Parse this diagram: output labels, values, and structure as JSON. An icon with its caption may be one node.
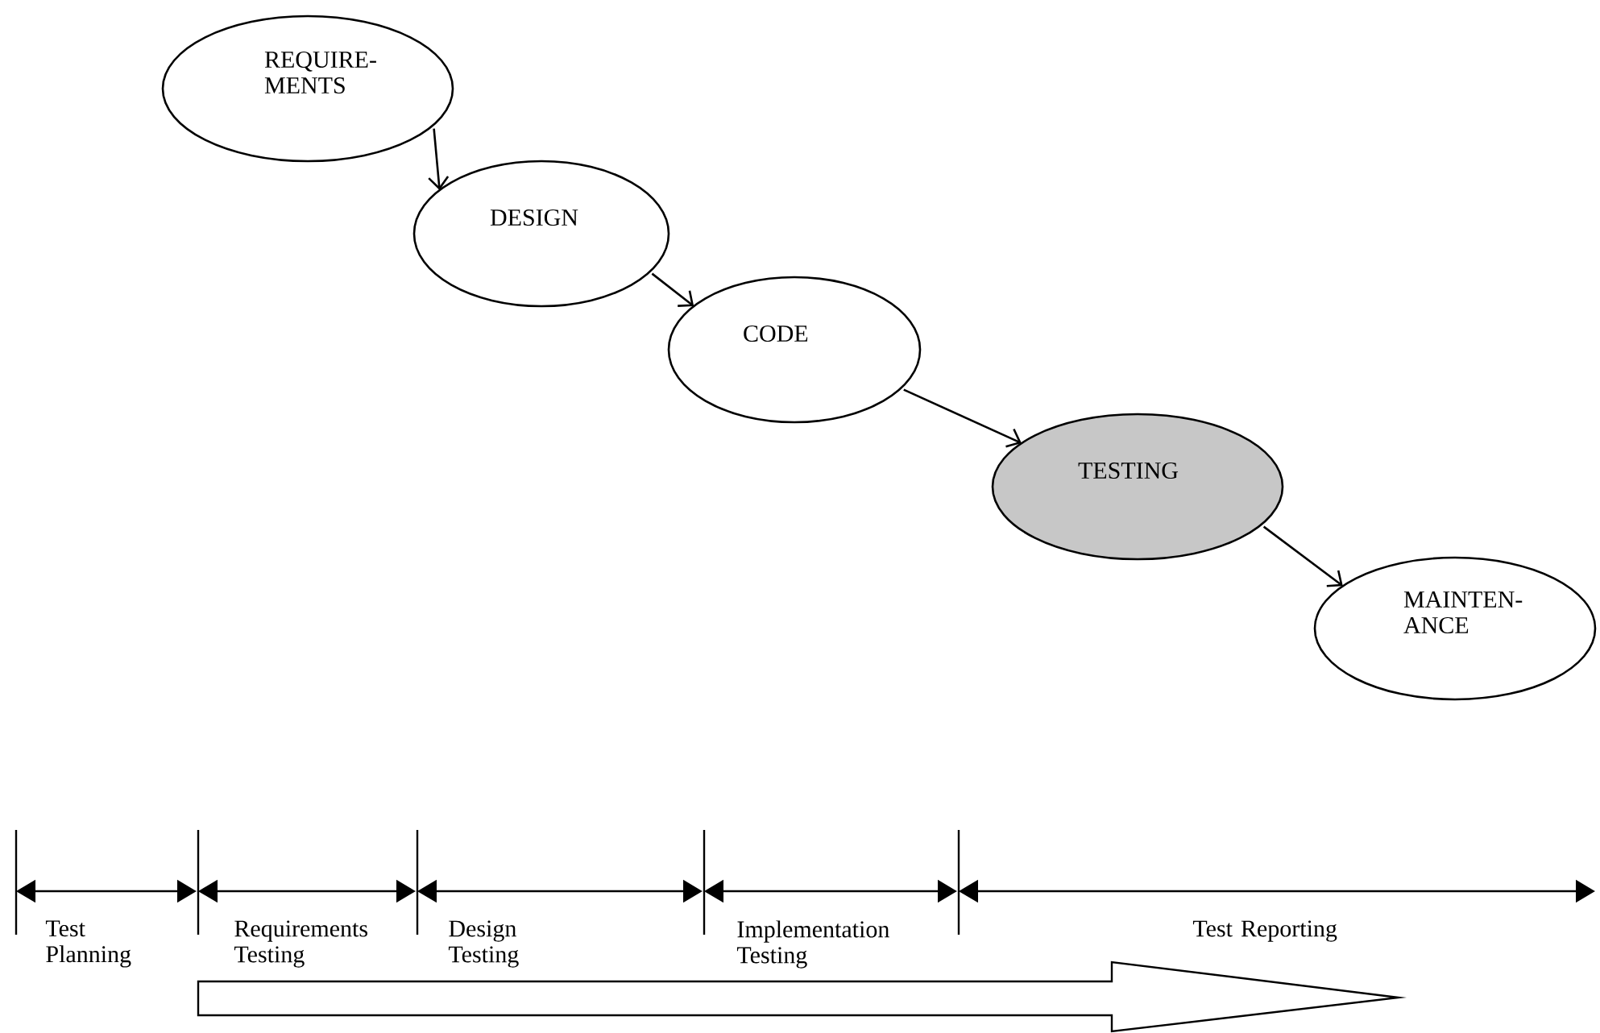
{
  "diagram": {
    "nodes": [
      {
        "text": [
          "REQUIRE- MENTS"
        ]
      },
      {
        "text": [
          "DESIGN"
        ]
      },
      {
        "text": [
          "CODE"
        ]
      },
      {
        "text": [
          "TESTING"
        ]
      },
      {
        "text": [
          "MAINTEN- ANCE"
        ]
      }
    ],
    "edges": [
      {
        "from": 0,
        "to": 1,
        "arrow": "to"
      },
      {
        "from": 1,
        "to": 2,
        "arrow": "to"
      },
      {
        "from": 2,
        "to": 3,
        "arrow": "to"
      },
      {
        "from": 3,
        "to": 4,
        "arrow": "to"
      }
    ],
    "labels": [
      "Test Planning",
      "Requirements Testing",
      "Design Testing",
      "Implementation Testing",
      "Test Reporting"
    ]
  }
}
